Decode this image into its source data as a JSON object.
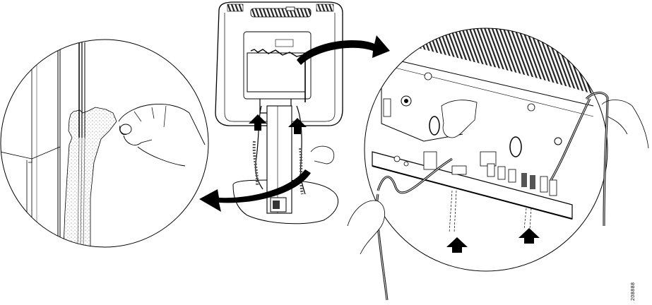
{
  "figure": {
    "figure_id": "208888",
    "description_elements": {
      "monitor": "display-rear",
      "stand": "pedestal-stand",
      "left_detail": "cable-sleeve-detail",
      "right_detail": "connector-panel-detail"
    },
    "colors": {
      "line": "#000000",
      "background": "#ffffff",
      "stipple": "#8a8a8a"
    },
    "icons": {
      "up_arrow": "arrow-up-icon",
      "curved_arrow": "curved-arrow-icon"
    }
  }
}
